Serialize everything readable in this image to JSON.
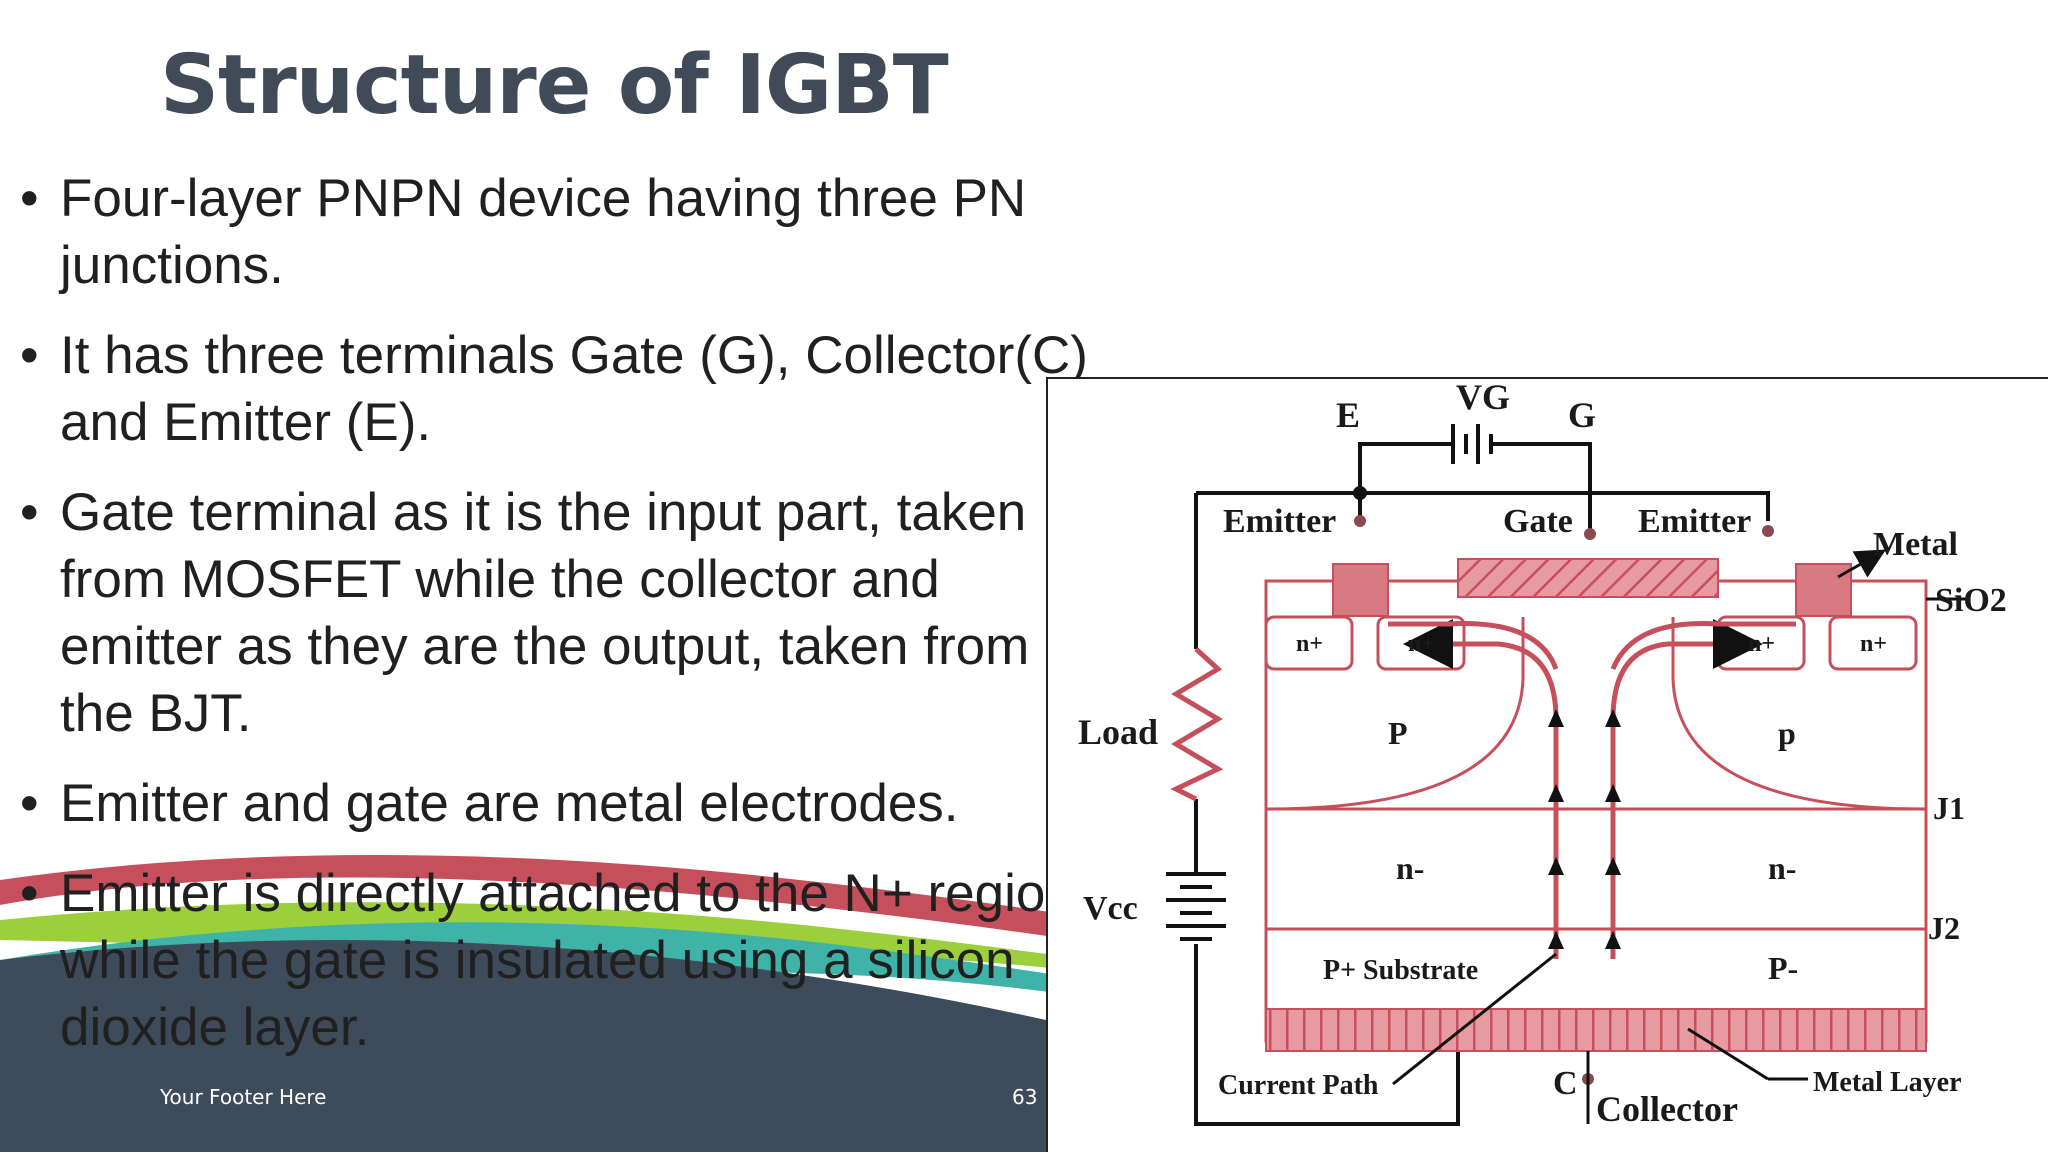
{
  "slide": {
    "title": "Structure of IGBT",
    "bullets": [
      "Four-layer PNPN device having three PN junctions.",
      "It has three terminals Gate (G), Collector(C) and Emitter (E).",
      "Gate terminal as it is the input part, taken from MOSFET while the collector and emitter as they are the output, taken from the BJT.",
      "Emitter and gate are metal electrodes.",
      "Emitter is directly attached to the N+ region while the gate is insulated  using a silicon dioxide layer."
    ],
    "footer": "Your Footer Here",
    "page_number": "63",
    "colors": {
      "title": "#414b57",
      "footer_bg": "#3d4b5a",
      "red": "#c5505c",
      "green": "#9ccf3c",
      "teal": "#3fb3a8"
    }
  },
  "diagram": {
    "E": "E",
    "VG": "VG",
    "G": "G",
    "emitter_left": "Emitter",
    "gate": "Gate",
    "emitter_right": "Emitter",
    "metal": "Metal",
    "sio2": "SiO2",
    "nplus": "n+",
    "p_left": "P",
    "p_right": "p",
    "load": "Load",
    "j1": "J1",
    "nminus": "n-",
    "vcc": "Vcc",
    "j2": "J2",
    "p_substrate": "P+ Substrate",
    "p_minus": "P-",
    "current_path": "Current Path",
    "C": "C",
    "collector": "Collector",
    "metal_layer": "Metal Layer"
  }
}
